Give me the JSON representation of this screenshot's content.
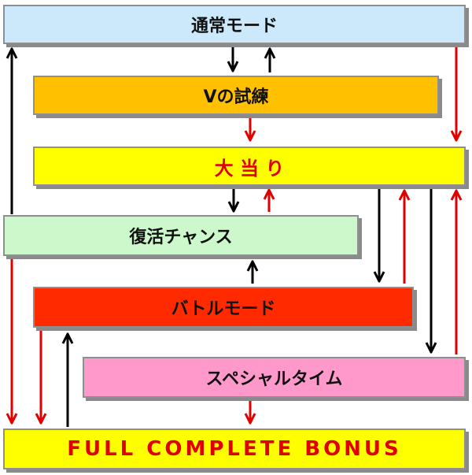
{
  "nodes": {
    "normal_mode": {
      "label": "通常モード",
      "color": "#cce8fb"
    },
    "v_trial": {
      "label": "Vの試練",
      "color": "#ffc000"
    },
    "big_hit": {
      "label": "大 当 り",
      "color": "#ffff00",
      "text_color": "#e00000"
    },
    "revival_chance": {
      "label": "復活チャンス",
      "color": "#ccf8cc"
    },
    "battle_mode": {
      "label": "バトルモード",
      "color": "#ff2a00"
    },
    "special_time": {
      "label": "スペシャルタイム",
      "color": "#ff99cc"
    },
    "full_complete_bonus": {
      "label": "FULL COMPLETE BONUS",
      "color": "#ffff00",
      "text_color": "#e00000"
    }
  },
  "arrow_colors": {
    "black": "#000000",
    "red": "#e00000"
  },
  "edges": [
    {
      "from": "normal_mode",
      "to": "v_trial",
      "color": "black"
    },
    {
      "from": "v_trial",
      "to": "normal_mode",
      "color": "black"
    },
    {
      "from": "v_trial",
      "to": "big_hit",
      "color": "red"
    },
    {
      "from": "normal_mode",
      "to": "big_hit",
      "color": "red"
    },
    {
      "from": "big_hit",
      "to": "revival_chance",
      "color": "black"
    },
    {
      "from": "revival_chance",
      "to": "big_hit",
      "color": "red"
    },
    {
      "from": "big_hit",
      "to": "revival_chance",
      "color": "black"
    },
    {
      "from": "battle_mode",
      "to": "big_hit",
      "color": "red"
    },
    {
      "from": "big_hit",
      "to": "special_time",
      "color": "black"
    },
    {
      "from": "special_time",
      "to": "big_hit",
      "color": "red"
    },
    {
      "from": "revival_chance",
      "to": "normal_mode",
      "color": "black"
    },
    {
      "from": "battle_mode",
      "to": "revival_chance",
      "color": "black"
    },
    {
      "from": "normal_mode",
      "to": "full_complete_bonus",
      "color": "red"
    },
    {
      "from": "battle_mode",
      "to": "full_complete_bonus",
      "color": "red"
    },
    {
      "from": "full_complete_bonus",
      "to": "battle_mode",
      "color": "black"
    },
    {
      "from": "special_time",
      "to": "full_complete_bonus",
      "color": "red"
    }
  ]
}
